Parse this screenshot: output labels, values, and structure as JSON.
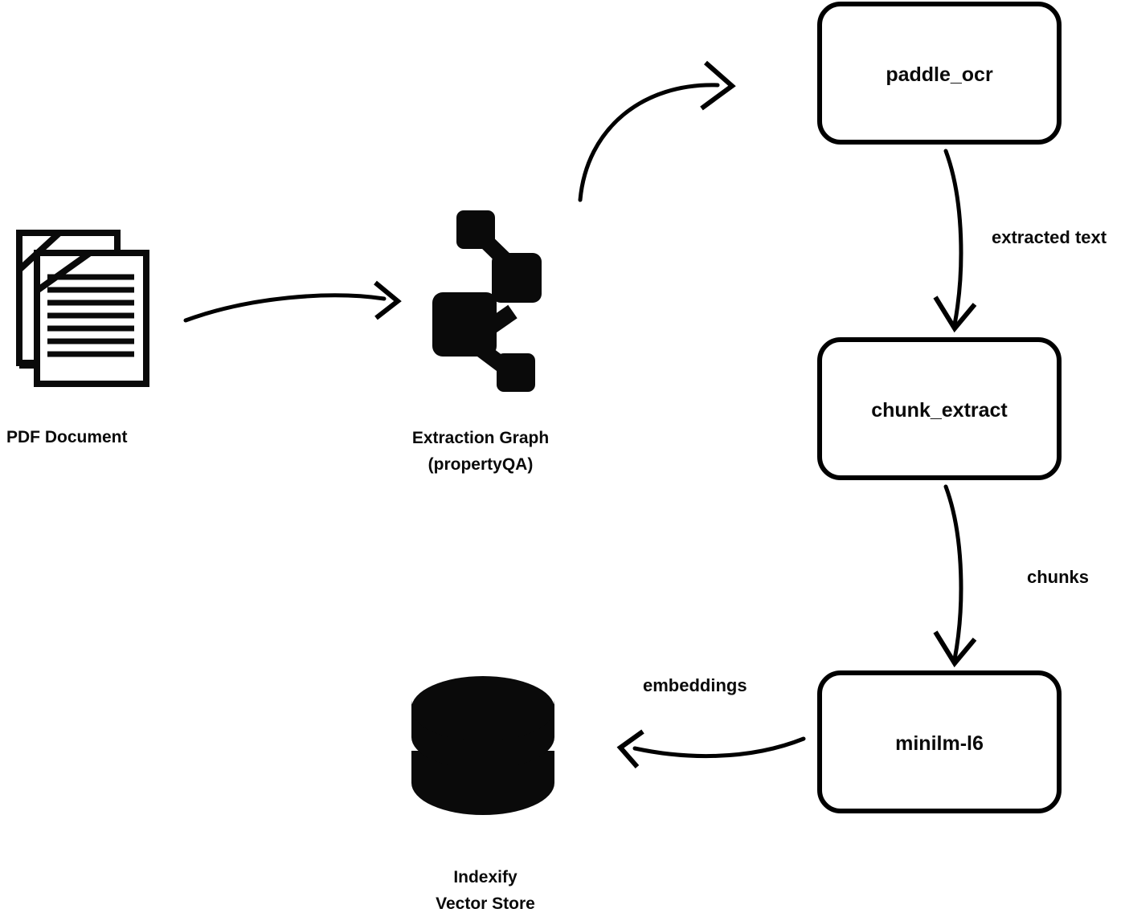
{
  "diagram": {
    "title": "Indexify PDF extraction pipeline",
    "background_color": "#ffffff",
    "stroke_color": "#000000",
    "text_color": "#0a0a0a",
    "nodes": [
      {
        "id": "pdf-document",
        "kind": "icon",
        "icon": "stacked-documents-icon",
        "caption_lines": [
          "PDF Document"
        ]
      },
      {
        "id": "extraction-graph",
        "kind": "icon",
        "icon": "graph-nodes-icon",
        "caption_lines": [
          "Extraction Graph",
          "(propertyQA)"
        ]
      },
      {
        "id": "paddle-ocr",
        "kind": "box",
        "label": "paddle_ocr"
      },
      {
        "id": "chunk-extract",
        "kind": "box",
        "label": "chunk_extract"
      },
      {
        "id": "minilm-l6",
        "kind": "box",
        "label": "minilm-l6"
      },
      {
        "id": "indexify-vector-store",
        "kind": "icon",
        "icon": "database-cylinder-icon",
        "caption_lines": [
          "Indexify",
          "Vector Store"
        ]
      }
    ],
    "edges": [
      {
        "id": "pdf-to-graph",
        "from": "pdf-document",
        "to": "extraction-graph",
        "label": ""
      },
      {
        "id": "graph-to-paddle-ocr",
        "from": "extraction-graph",
        "to": "paddle-ocr",
        "label": ""
      },
      {
        "id": "paddle-ocr-to-chunk-extract",
        "from": "paddle-ocr",
        "to": "chunk-extract",
        "label": "extracted text"
      },
      {
        "id": "chunk-extract-to-minilm",
        "from": "chunk-extract",
        "to": "minilm-l6",
        "label": "chunks"
      },
      {
        "id": "minilm-to-vector-store",
        "from": "minilm-l6",
        "to": "indexify-vector-store",
        "label": "embeddings"
      }
    ]
  },
  "labels": {
    "pdf_document": "PDF Document",
    "extraction_graph_line1": "Extraction Graph",
    "extraction_graph_line2": "(propertyQA)",
    "paddle_ocr": "paddle_ocr",
    "chunk_extract": "chunk_extract",
    "minilm_l6": "minilm-l6",
    "vector_store_line1": "Indexify",
    "vector_store_line2": "Vector Store",
    "edge_extracted_text": "extracted text",
    "edge_chunks": "chunks",
    "edge_embeddings": "embeddings"
  }
}
